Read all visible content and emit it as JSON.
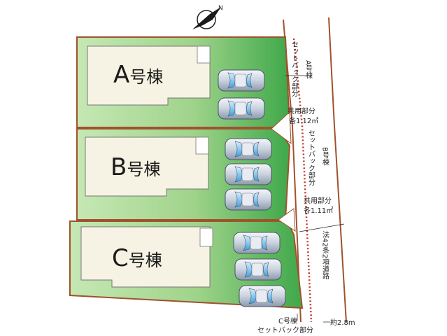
{
  "buildings": [
    {
      "letter": "A",
      "suffix": "号棟"
    },
    {
      "letter": "B",
      "suffix": "号棟"
    },
    {
      "letter": "C",
      "suffix": "号棟"
    }
  ],
  "setback_a": {
    "line1": "A号棟",
    "line2": "セットバック部分"
  },
  "setback_b": {
    "line1": "B号棟",
    "line2": "セットバック部分"
  },
  "setback_c": {
    "line1": "C号棟",
    "line2": "セットバック部分"
  },
  "shared_1": {
    "line1": "共用部分",
    "line2": "各1.12㎡"
  },
  "shared_2": {
    "line1": "共用部分",
    "line2": "各1.11㎡"
  },
  "road": {
    "label": "法42条2項道路",
    "width": "約2.8m"
  },
  "north_marker": "N",
  "colors": {
    "lot_light": "#b8e0a8",
    "lot_green": "#5cb85c",
    "boundary": "#a0522d",
    "building": "#f5f2e6",
    "setback_dots": "#c0392b"
  }
}
